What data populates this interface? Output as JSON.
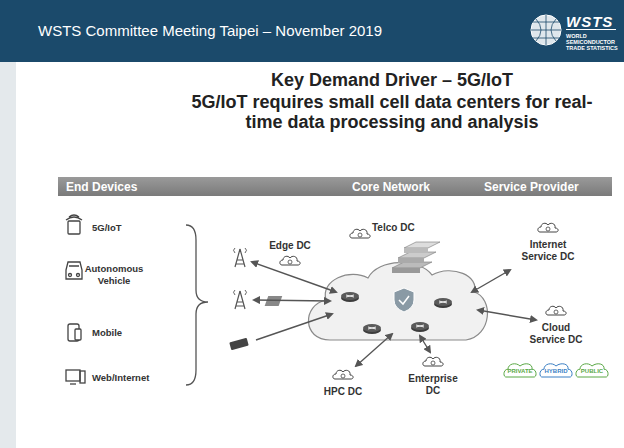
{
  "diagram": {
    "title": "Key Demand Driver – 5G/IoT",
    "nodes": [
      {
        "text": [
          "5G/IoT"
        ]
      },
      {
        "text": [
          "Autonomous Vehicle"
        ]
      },
      {
        "text": [
          "Mobile"
        ]
      },
      {
        "text": [
          "Web/Internet"
        ]
      },
      {
        "text": [
          "Telco DC"
        ]
      },
      {
        "text": [
          "Edge DC"
        ]
      },
      {
        "text": [
          "Internet Service DC"
        ]
      },
      {
        "text": [
          "Cloud Service DC"
        ]
      },
      {
        "text": [
          "HPC DC"
        ]
      },
      {
        "text": [
          "Enterprise DC"
        ]
      },
      {
        "text": [
          "PRIVATE"
        ]
      },
      {
        "text": [
          "HYBRID"
        ]
      },
      {
        "text": [
          "PUBLIC"
        ]
      }
    ],
    "labels": [
      "WSTS Committee Meeting Taipei – November 2019",
      "WSTS",
      "WORLD SEMICONDUCTOR TRADE STATISTICS",
      "5G/IoT requires small cell data centers for real-time data processing and analysis",
      "End Devices",
      "Core Network",
      "Service Provider"
    ]
  }
}
